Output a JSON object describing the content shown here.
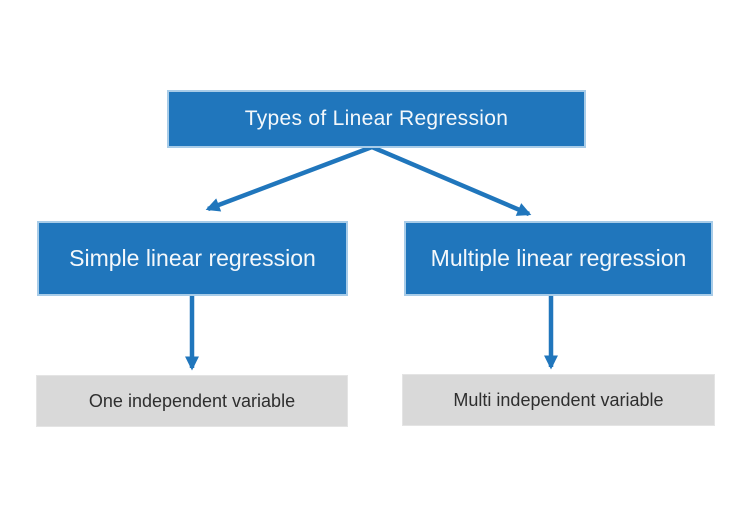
{
  "diagram": {
    "title": "Types of Linear Regression",
    "root": {
      "label": "Types of Linear Regression"
    },
    "branches": [
      {
        "label": "Simple linear regression",
        "leaf_label": "One independent variable"
      },
      {
        "label": "Multiple linear regression",
        "leaf_label": "Multi independent variable"
      }
    ],
    "colors": {
      "node_blue": "#2076bc",
      "node_blue_border": "#a8cce8",
      "node_text_light": "#f4f8fb",
      "leaf_gray": "#d9d9d9",
      "leaf_text": "#2e2e2e",
      "arrow": "#2076bc",
      "background": "#ffffff"
    }
  }
}
